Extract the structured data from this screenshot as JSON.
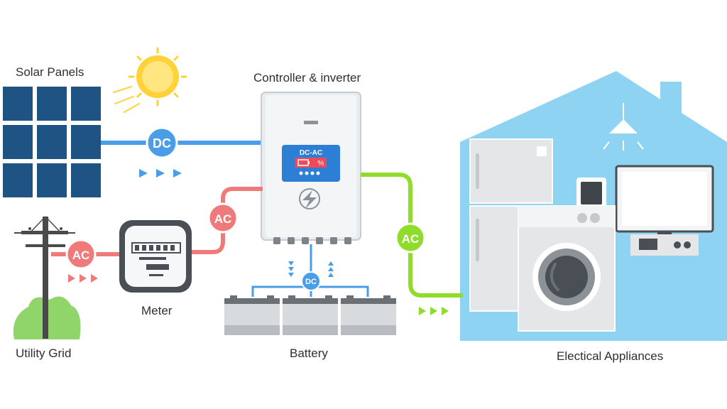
{
  "labels": {
    "solar_panels": "Solar Panels",
    "controller": "Controller & inverter",
    "utility_grid": "Utility Grid",
    "meter": "Meter",
    "battery": "Battery",
    "appliances": "Electical Appliances"
  },
  "badges": {
    "dc_solar": "DC",
    "ac_grid": "AC",
    "ac_meter": "AC",
    "ac_appliances": "AC",
    "dc_battery": "DC"
  },
  "inverter_display": {
    "mode": "DC-AC",
    "percent": "%"
  },
  "colors": {
    "dc_line": "#4a9ee8",
    "ac_grid_line": "#f07a7a",
    "ac_output_line": "#8fdc2a",
    "panel": "#1f5384",
    "house": "#8fd3f2",
    "sun": "#ffd23a"
  }
}
